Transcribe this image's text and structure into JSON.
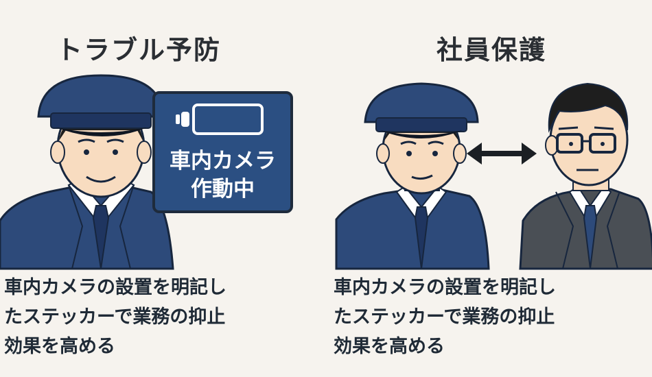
{
  "left_panel": {
    "heading": "トラブル予防",
    "sign": {
      "line1": "車内カメラ",
      "line2": "作動中",
      "icon": "camera-icon"
    },
    "caption": [
      "車内カメラの設置を明記し",
      "たステッカーで業務の抑止",
      "効果を高める"
    ]
  },
  "right_panel": {
    "heading": "社員保護",
    "arrow_icon": "double-arrow-icon",
    "caption": [
      "車内カメラの設置を明記し",
      "たステッカーで業務の抑止",
      "効果を高める"
    ]
  },
  "colors": {
    "uniform": "#2d4a7a",
    "uniform_dark": "#1f3560",
    "sign_bg": "#2b4f82",
    "suit": "#4a4f55",
    "skin": "#f8dcc0",
    "background": "#f6f3ee"
  }
}
